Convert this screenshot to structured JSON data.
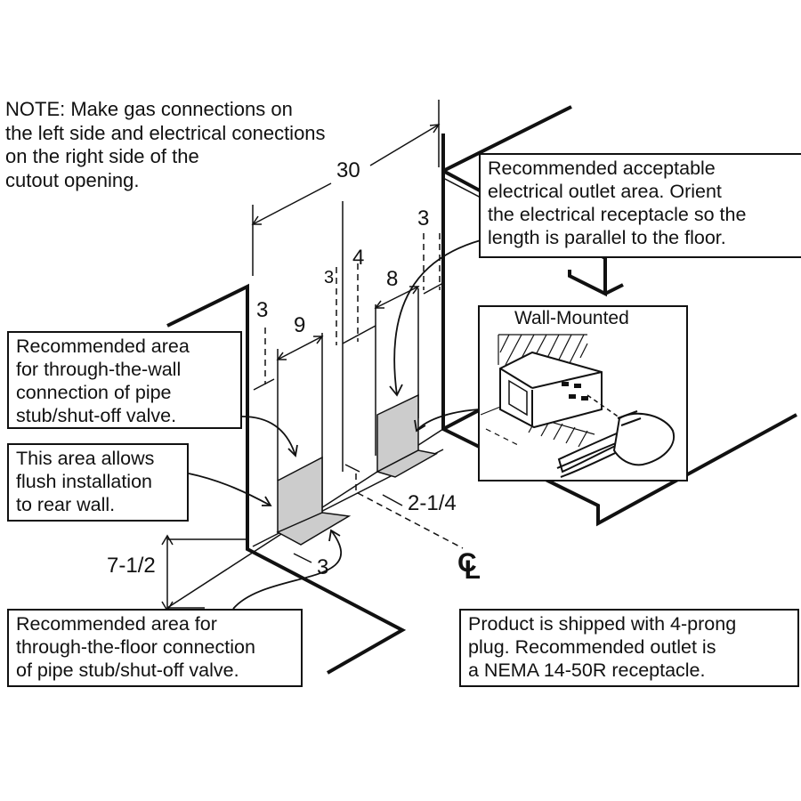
{
  "note": "NOTE: Make gas connections on\nthe left side and electrical conections\non the right side of the\ncutout opening.",
  "callouts": {
    "wall_connection": "Recommended area\nfor through-the-wall\nconnection of pipe\nstub/shut-off valve.",
    "flush_install": "This area allows\nflush installation\nto rear wall.",
    "floor_connection": "Recommended area for\nthrough-the-floor connection\nof pipe stub/shut-off valve.",
    "outlet_area": "Recommended acceptable\nelectrical outlet area. Orient\nthe electrical receptacle so the\nlength is parallel to the floor.",
    "plug_info": "Product is shipped with 4-prong\nplug. Recommended outlet is\na NEMA 14-50R receptacle."
  },
  "inset": {
    "title": "Wall-Mounted"
  },
  "dimensions": {
    "overall_width": "30",
    "gas_side_offset": "3",
    "gas_area_width": "9",
    "center_gap_left": "3",
    "center_gap_right": "4",
    "electrical_area_width": "8",
    "electrical_side_offset": "3",
    "floor_depth": "7-1/2",
    "floor_offset": "3",
    "electrical_floor_offset": "2-1/4"
  },
  "centerline": {
    "symbol_c": "C",
    "symbol_l": "L"
  },
  "colors": {
    "line": "#111111",
    "area_fill": "#cccccc",
    "background": "#ffffff"
  }
}
